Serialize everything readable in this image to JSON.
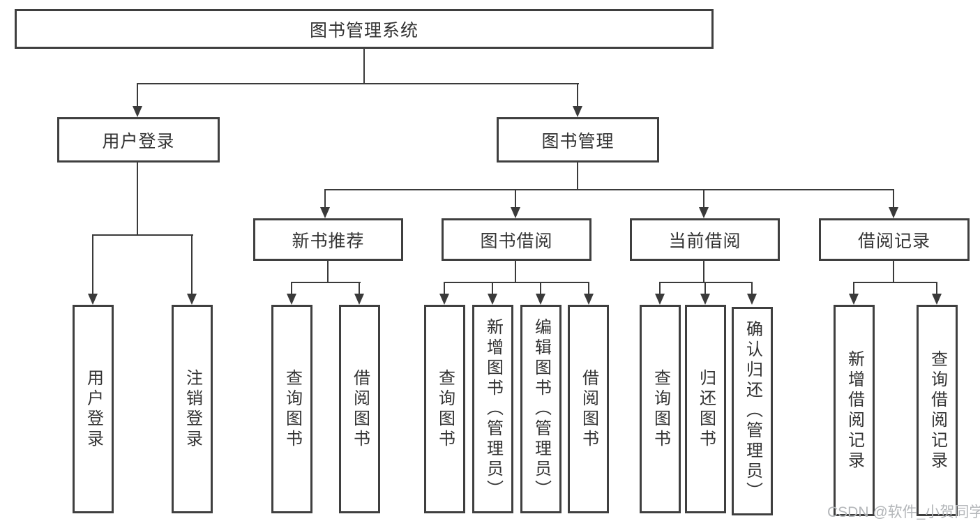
{
  "diagram": {
    "root": {
      "label": "图书管理系统"
    },
    "user_login": {
      "label": "用户登录",
      "children": [
        {
          "label": "用户登录"
        },
        {
          "label": "注销登录"
        }
      ]
    },
    "book_mgmt": {
      "label": "图书管理",
      "children": [
        {
          "label": "新书推荐",
          "children": [
            {
              "label": "查询图书"
            },
            {
              "label": "借阅图书"
            }
          ]
        },
        {
          "label": "图书借阅",
          "children": [
            {
              "label": "查询图书"
            },
            {
              "label": "新增图书（管理员）"
            },
            {
              "label": "编辑图书（管理员）"
            },
            {
              "label": "借阅图书"
            }
          ]
        },
        {
          "label": "当前借阅",
          "children": [
            {
              "label": "查询图书"
            },
            {
              "label": "归还图书"
            },
            {
              "label": "确认归还（管理员）"
            }
          ]
        },
        {
          "label": "借阅记录",
          "children": [
            {
              "label": "新增借阅记录"
            },
            {
              "label": "查询借阅记录"
            }
          ]
        }
      ]
    },
    "watermark": "CSDN @软件_小贺同学",
    "colors": {
      "line": "#3a3a3a",
      "box_border": "#3f3f3f",
      "text": "#333333",
      "watermark": "#b3b6b9",
      "background": "#ffffff"
    }
  }
}
